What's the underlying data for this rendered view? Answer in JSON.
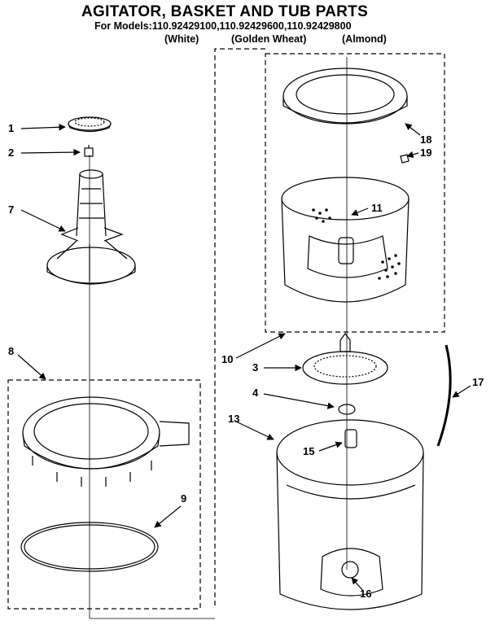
{
  "header": {
    "title": "AGITATOR, BASKET AND TUB PARTS",
    "models_line": "For Models:110.92429100,110.92429600,110.92429800",
    "variants": [
      "(White)",
      "(Golden Wheat)",
      "(Almond)"
    ]
  },
  "callouts": [
    "1",
    "2",
    "7",
    "8",
    "9",
    "10",
    "11",
    "18",
    "19",
    "3",
    "4",
    "17",
    "13",
    "15",
    "16"
  ],
  "colors": {
    "ink": "#000000",
    "paper": "#ffffff"
  }
}
